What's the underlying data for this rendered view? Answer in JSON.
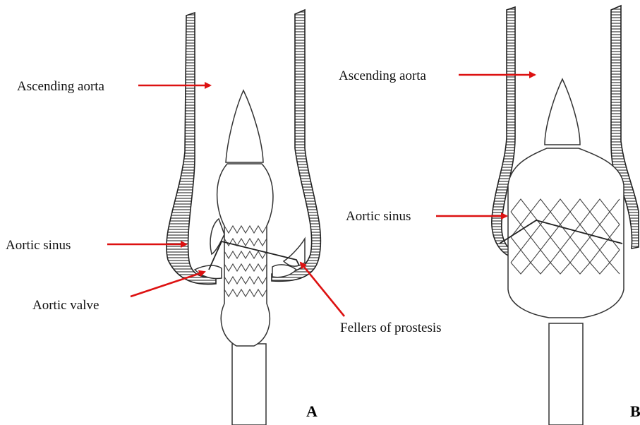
{
  "figure": {
    "panel_a": {
      "letter": "A",
      "labels": {
        "ascending_aorta": "Ascending aorta",
        "aortic_sinus": "Aortic sinus",
        "aortic_valve": "Aortic valve",
        "fellers": "Fellers of prostesis"
      }
    },
    "panel_b": {
      "letter": "B",
      "labels": {
        "ascending_aorta": "Ascending aorta",
        "aortic_sinus": "Aortic sinus"
      }
    },
    "colors": {
      "arrow": "#dd1111",
      "outline": "#333333",
      "background": "#ffffff"
    }
  }
}
